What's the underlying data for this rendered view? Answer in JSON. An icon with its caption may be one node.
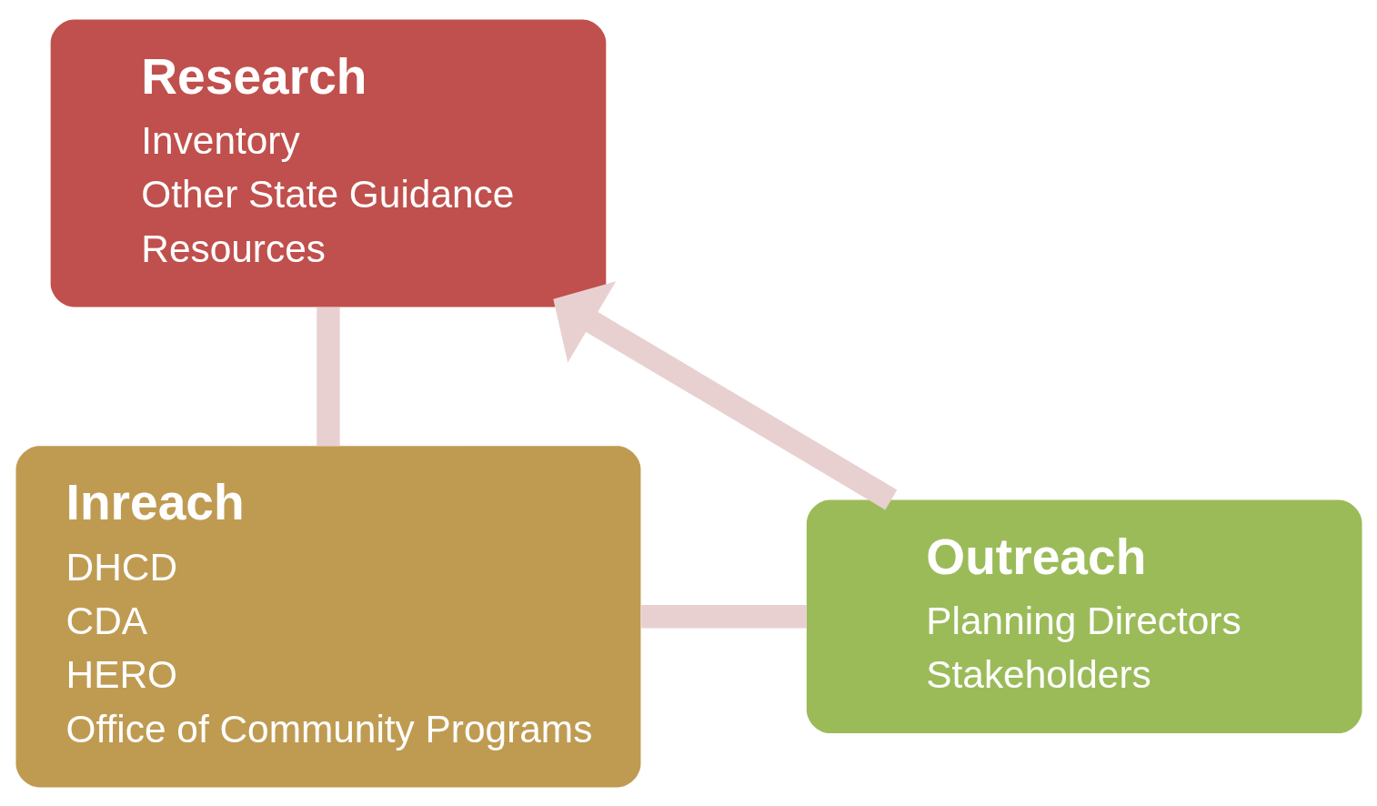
{
  "diagram": {
    "nodes": [
      {
        "text": [
          "Research",
          "Inventory",
          "Other State Guidance",
          "Resources"
        ]
      },
      {
        "text": [
          "Outreach",
          "Planning Directors",
          "Stakeholders"
        ]
      },
      {
        "text": [
          "Inreach",
          "DHCD",
          "CDA",
          "HERO",
          "Office of Community Programs"
        ]
      }
    ],
    "edges": [
      {
        "from": 0,
        "to": 2,
        "arrow": "none"
      },
      {
        "from": 2,
        "to": 1,
        "arrow": "none"
      },
      {
        "from": 1,
        "to": 0,
        "arrow": "to"
      }
    ]
  }
}
